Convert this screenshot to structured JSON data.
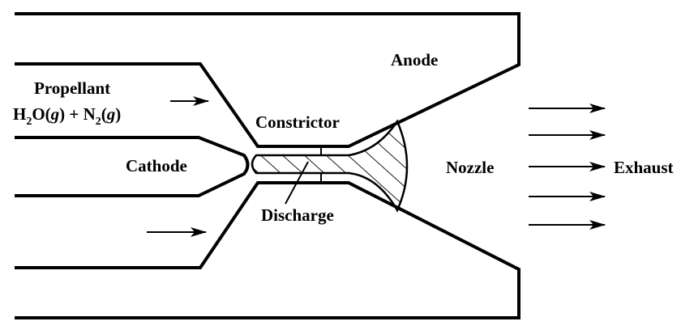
{
  "labels": {
    "anode": "Anode",
    "propellant": "Propellant",
    "formula": {
      "h": "H",
      "h_sub": "2",
      "o": "O(",
      "g1": "g",
      "plus_n": ") + N",
      "n_sub": "2",
      "open": "(",
      "g2": "g",
      "close": ")"
    },
    "constrictor": "Constrictor",
    "cathode": "Cathode",
    "nozzle": "Nozzle",
    "exhaust": "Exhaust",
    "discharge": "Discharge"
  },
  "colors": {
    "ink": "#000000",
    "background": "#ffffff"
  }
}
